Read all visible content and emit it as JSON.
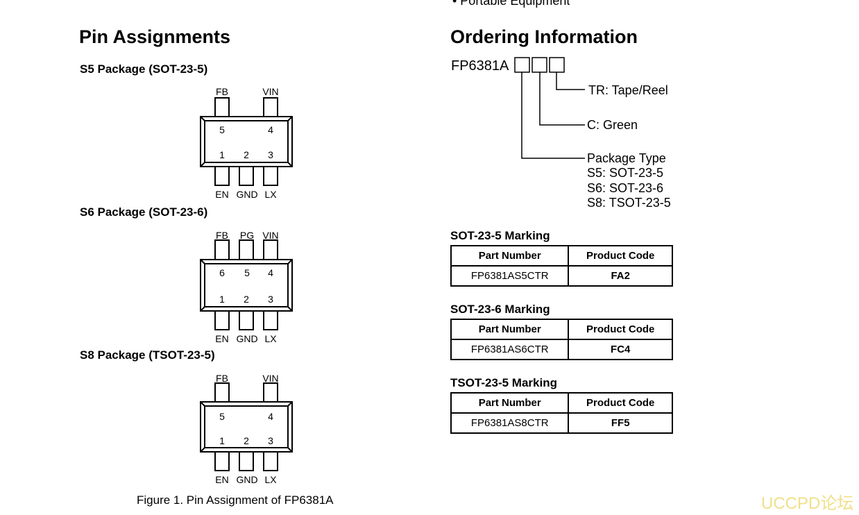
{
  "top_cut_text": "• Portable Equipment",
  "left": {
    "heading": "Pin Assignments",
    "packages": [
      {
        "title": "S5 Package (SOT-23-5)",
        "top_pins": [
          "FB",
          "VIN"
        ],
        "top_nums": [
          "5",
          "4"
        ],
        "bottom_nums": [
          "1",
          "2",
          "3"
        ],
        "bottom_pins": [
          "EN",
          "GND",
          "LX"
        ]
      },
      {
        "title": "S6 Package (SOT-23-6)",
        "top_pins": [
          "FB",
          "PG",
          "VIN"
        ],
        "top_nums": [
          "6",
          "5",
          "4"
        ],
        "bottom_nums": [
          "1",
          "2",
          "3"
        ],
        "bottom_pins": [
          "EN",
          "GND",
          "LX"
        ]
      },
      {
        "title": "S8 Package (TSOT-23-5)",
        "top_pins": [
          "FB",
          "VIN"
        ],
        "top_nums": [
          "5",
          "4"
        ],
        "bottom_nums": [
          "1",
          "2",
          "3"
        ],
        "bottom_pins": [
          "EN",
          "GND",
          "LX"
        ]
      }
    ],
    "caption": "Figure 1. Pin Assignment of FP6381A"
  },
  "right": {
    "heading": "Ordering Information",
    "part_prefix": "FP6381A",
    "labels": {
      "tape": "TR: Tape/Reel",
      "green": "C: Green",
      "pkg_type": "Package Type",
      "s5": "S5: SOT-23-5",
      "s6": "S6: SOT-23-6",
      "s8": "S8: TSOT-23-5"
    },
    "markings": [
      {
        "title": "SOT-23-5 Marking",
        "col1": "Part Number",
        "col2": "Product Code",
        "part": "FP6381AS5CTR",
        "code": "FA2"
      },
      {
        "title": "SOT-23-6 Marking",
        "col1": "Part Number",
        "col2": "Product Code",
        "part": "FP6381AS6CTR",
        "code": "FC4"
      },
      {
        "title": "TSOT-23-5 Marking",
        "col1": "Part Number",
        "col2": "Product Code",
        "part": "FP6381AS8CTR",
        "code": "FF5"
      }
    ]
  },
  "watermark": "UCCPD论坛"
}
